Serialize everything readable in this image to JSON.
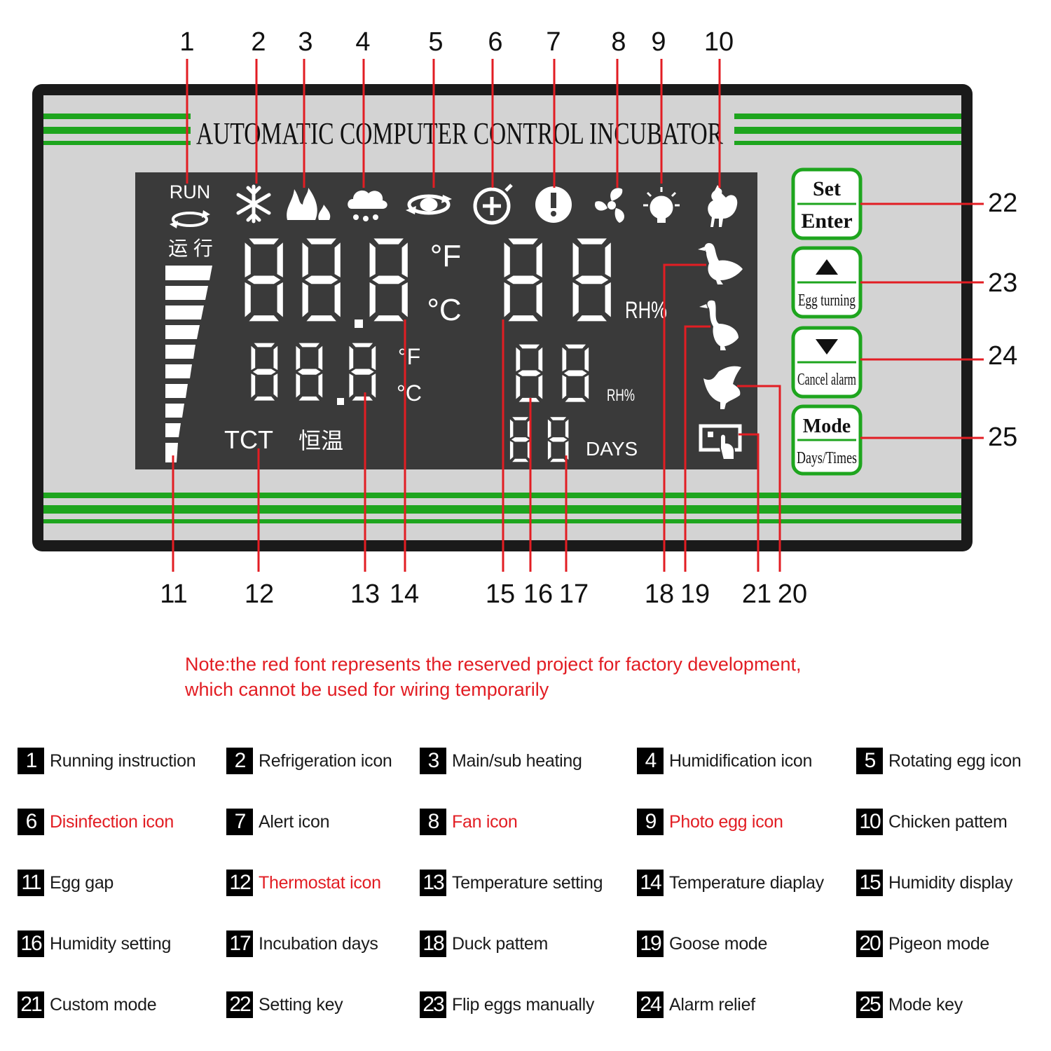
{
  "panel": {
    "title": "AUTOMATIC COMPUTER CONTROL INCUBATOR",
    "run_label": "RUN",
    "run_cn": "运 行",
    "temp_main_digits": "88.8",
    "temp_set_digits": "88.8",
    "unit_f": "°F",
    "unit_c": "°C",
    "humidity_main_digits": "88",
    "humidity_set_digits": "88",
    "rh_unit": "RH%",
    "days_digits": "88",
    "days_label": "DAYS",
    "tct_label": "TCT",
    "tct_cn": "恒温"
  },
  "buttons": [
    {
      "top": "Set",
      "bottom": "Enter",
      "callout": "22"
    },
    {
      "top": "▲",
      "bottom": "Egg turning",
      "callout": "23"
    },
    {
      "top": "▼",
      "bottom": "Cancel alarm",
      "callout": "24"
    },
    {
      "top": "Mode",
      "bottom": "Days/Times",
      "callout": "25"
    }
  ],
  "callouts_top": [
    "1",
    "2",
    "3",
    "4",
    "5",
    "6",
    "7",
    "8",
    "9",
    "10"
  ],
  "callouts_bottom": [
    "11",
    "12",
    "13",
    "14",
    "15",
    "16",
    "17",
    "18",
    "19",
    "21",
    "20"
  ],
  "icons": {
    "run": "rotate-arrows-icon",
    "refrigeration": "snowflake-icon",
    "heating": "flame-icon",
    "humidification": "rain-cloud-icon",
    "rotating_egg": "egg-rotation-icon",
    "disinfection": "plus-circle-icon",
    "alert": "exclamation-icon",
    "fan": "fan-icon",
    "photo_egg": "lamp-icon",
    "chicken": "rooster-icon",
    "duck": "duck-icon",
    "goose": "goose-icon",
    "pigeon": "pigeon-icon",
    "custom": "custom-mode-icon"
  },
  "note": {
    "line1": "Note:the red font represents the reserved project for factory development,",
    "line2": "which cannot be used for wiring temporarily"
  },
  "legend": [
    {
      "num": "1",
      "label": "Running instruction",
      "reserved": false
    },
    {
      "num": "2",
      "label": "Refrigeration icon",
      "reserved": false
    },
    {
      "num": "3",
      "label": "Main/sub heating",
      "reserved": false
    },
    {
      "num": "4",
      "label": "Humidification icon",
      "reserved": false
    },
    {
      "num": "5",
      "label": "Rotating egg icon",
      "reserved": false
    },
    {
      "num": "6",
      "label": "Disinfection icon",
      "reserved": true
    },
    {
      "num": "7",
      "label": "Alert icon",
      "reserved": false
    },
    {
      "num": "8",
      "label": "Fan icon",
      "reserved": true
    },
    {
      "num": "9",
      "label": "Photo egg icon",
      "reserved": true
    },
    {
      "num": "10",
      "label": "Chicken pattem",
      "reserved": false
    },
    {
      "num": "11",
      "label": "Egg gap",
      "reserved": false
    },
    {
      "num": "12",
      "label": "Thermostat icon",
      "reserved": true
    },
    {
      "num": "13",
      "label": "Temperature setting",
      "reserved": false
    },
    {
      "num": "14",
      "label": "Temperature diaplay",
      "reserved": false
    },
    {
      "num": "15",
      "label": "Humidity display",
      "reserved": false
    },
    {
      "num": "16",
      "label": "Humidity setting",
      "reserved": false
    },
    {
      "num": "17",
      "label": "Incubation days",
      "reserved": false
    },
    {
      "num": "18",
      "label": "Duck pattem",
      "reserved": false
    },
    {
      "num": "19",
      "label": "Goose mode",
      "reserved": false
    },
    {
      "num": "20",
      "label": "Pigeon mode",
      "reserved": false
    },
    {
      "num": "21",
      "label": "Custom mode",
      "reserved": false
    },
    {
      "num": "22",
      "label": "Setting key",
      "reserved": false
    },
    {
      "num": "23",
      "label": "Flip eggs manually",
      "reserved": false
    },
    {
      "num": "24",
      "label": "Alarm relief",
      "reserved": false
    },
    {
      "num": "25",
      "label": "Mode key",
      "reserved": false
    }
  ],
  "colors": {
    "stripe_green": "#1ea51e",
    "lcd_bg": "#3a3a3a",
    "panel_bg": "#d3d3d3",
    "frame": "#1a1a1a",
    "callout_red": "#e21d23",
    "lcd_segment": "#ffffff"
  }
}
